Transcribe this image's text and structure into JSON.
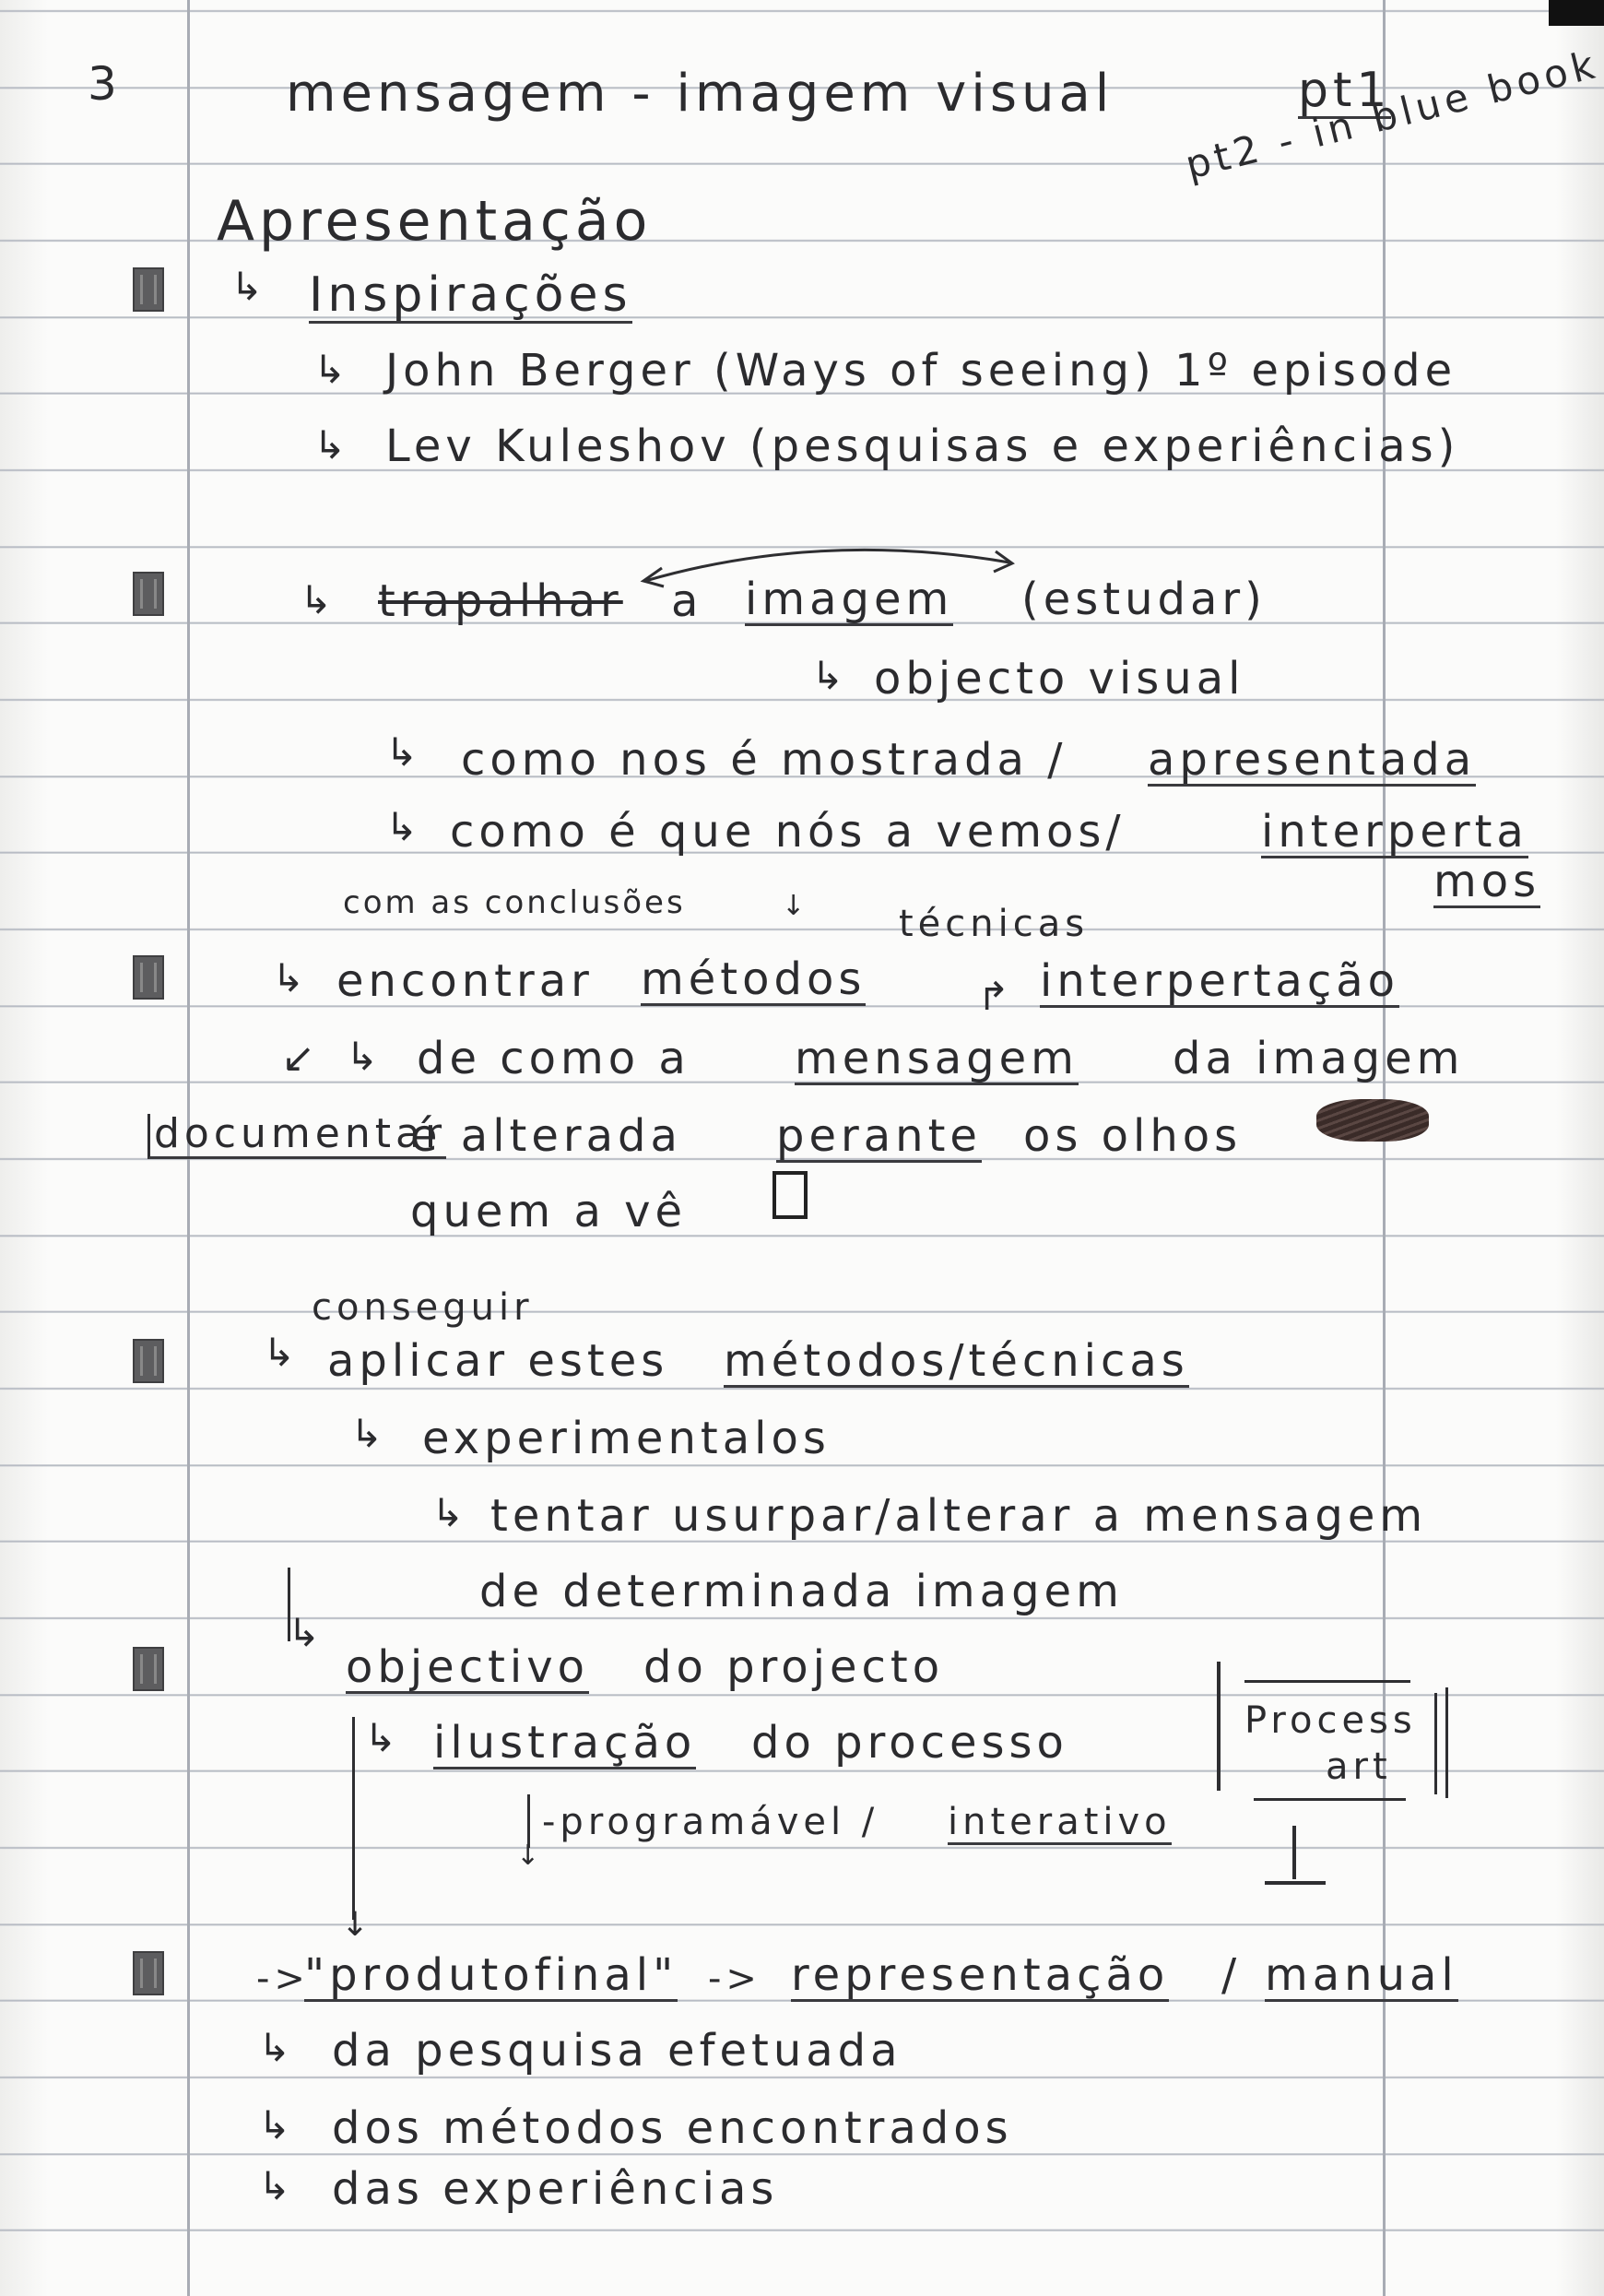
{
  "page": {
    "number": "3",
    "title": "mensagem - imagem visual",
    "part1": "pt1",
    "part2": "pt2 - in blue book",
    "heading": "Apresentação"
  },
  "section1": {
    "label": "Inspirações",
    "items": [
      "John Berger (Ways of seeing) 1º episode",
      "Lev Kuleshov (pesquisas e experiências)"
    ]
  },
  "section2": {
    "struck": "trapalhar",
    "a": "a",
    "imagem": "imagem",
    "estudar": "(estudar)",
    "objecto": "objecto visual",
    "l1_pre": "como nos é mostrada /",
    "l1_ul": "apresentada",
    "l2_pre": "como é que nós a vemos/",
    "l2_ul": "interperta",
    "l2_cont": "mos"
  },
  "section3": {
    "note": "com as conclusões",
    "tecnicas": "técnicas",
    "encontrar": "encontrar",
    "metodos": "métodos",
    "interpertacao": "interpertação",
    "de_como": "de como a",
    "mensagem": "mensagem",
    "da_imagem": "da imagem",
    "documentar": "documentar",
    "alterada": "é alterada",
    "perante": "perante",
    "os_olhos": "os olhos",
    "quem": "quem a vê"
  },
  "section4": {
    "conseguir": "conseguir",
    "aplicar": "aplicar estes",
    "metodos_tecnicas": "métodos/técnicas",
    "experimentalos": "experimentalos",
    "tentar": "tentar usurpar/alterar a mensagem",
    "determinada": "de determinada imagem",
    "objectivo": "objectivo",
    "do_projecto": "do projecto",
    "ilustracao": "ilustração",
    "do_processo": "do processo",
    "programavel": "-programável /",
    "interativo": "interativo",
    "process_art_1": "Process",
    "process_art_2": "art"
  },
  "section5": {
    "arrow": "->",
    "produtofinal": "\"produtofinal\"",
    "arrow2": "->",
    "representacao": "representação",
    "slash": "/",
    "manual": "manual",
    "items": [
      "da pesquisa efetuada",
      "dos métodos encontrados",
      "das experiências"
    ]
  }
}
